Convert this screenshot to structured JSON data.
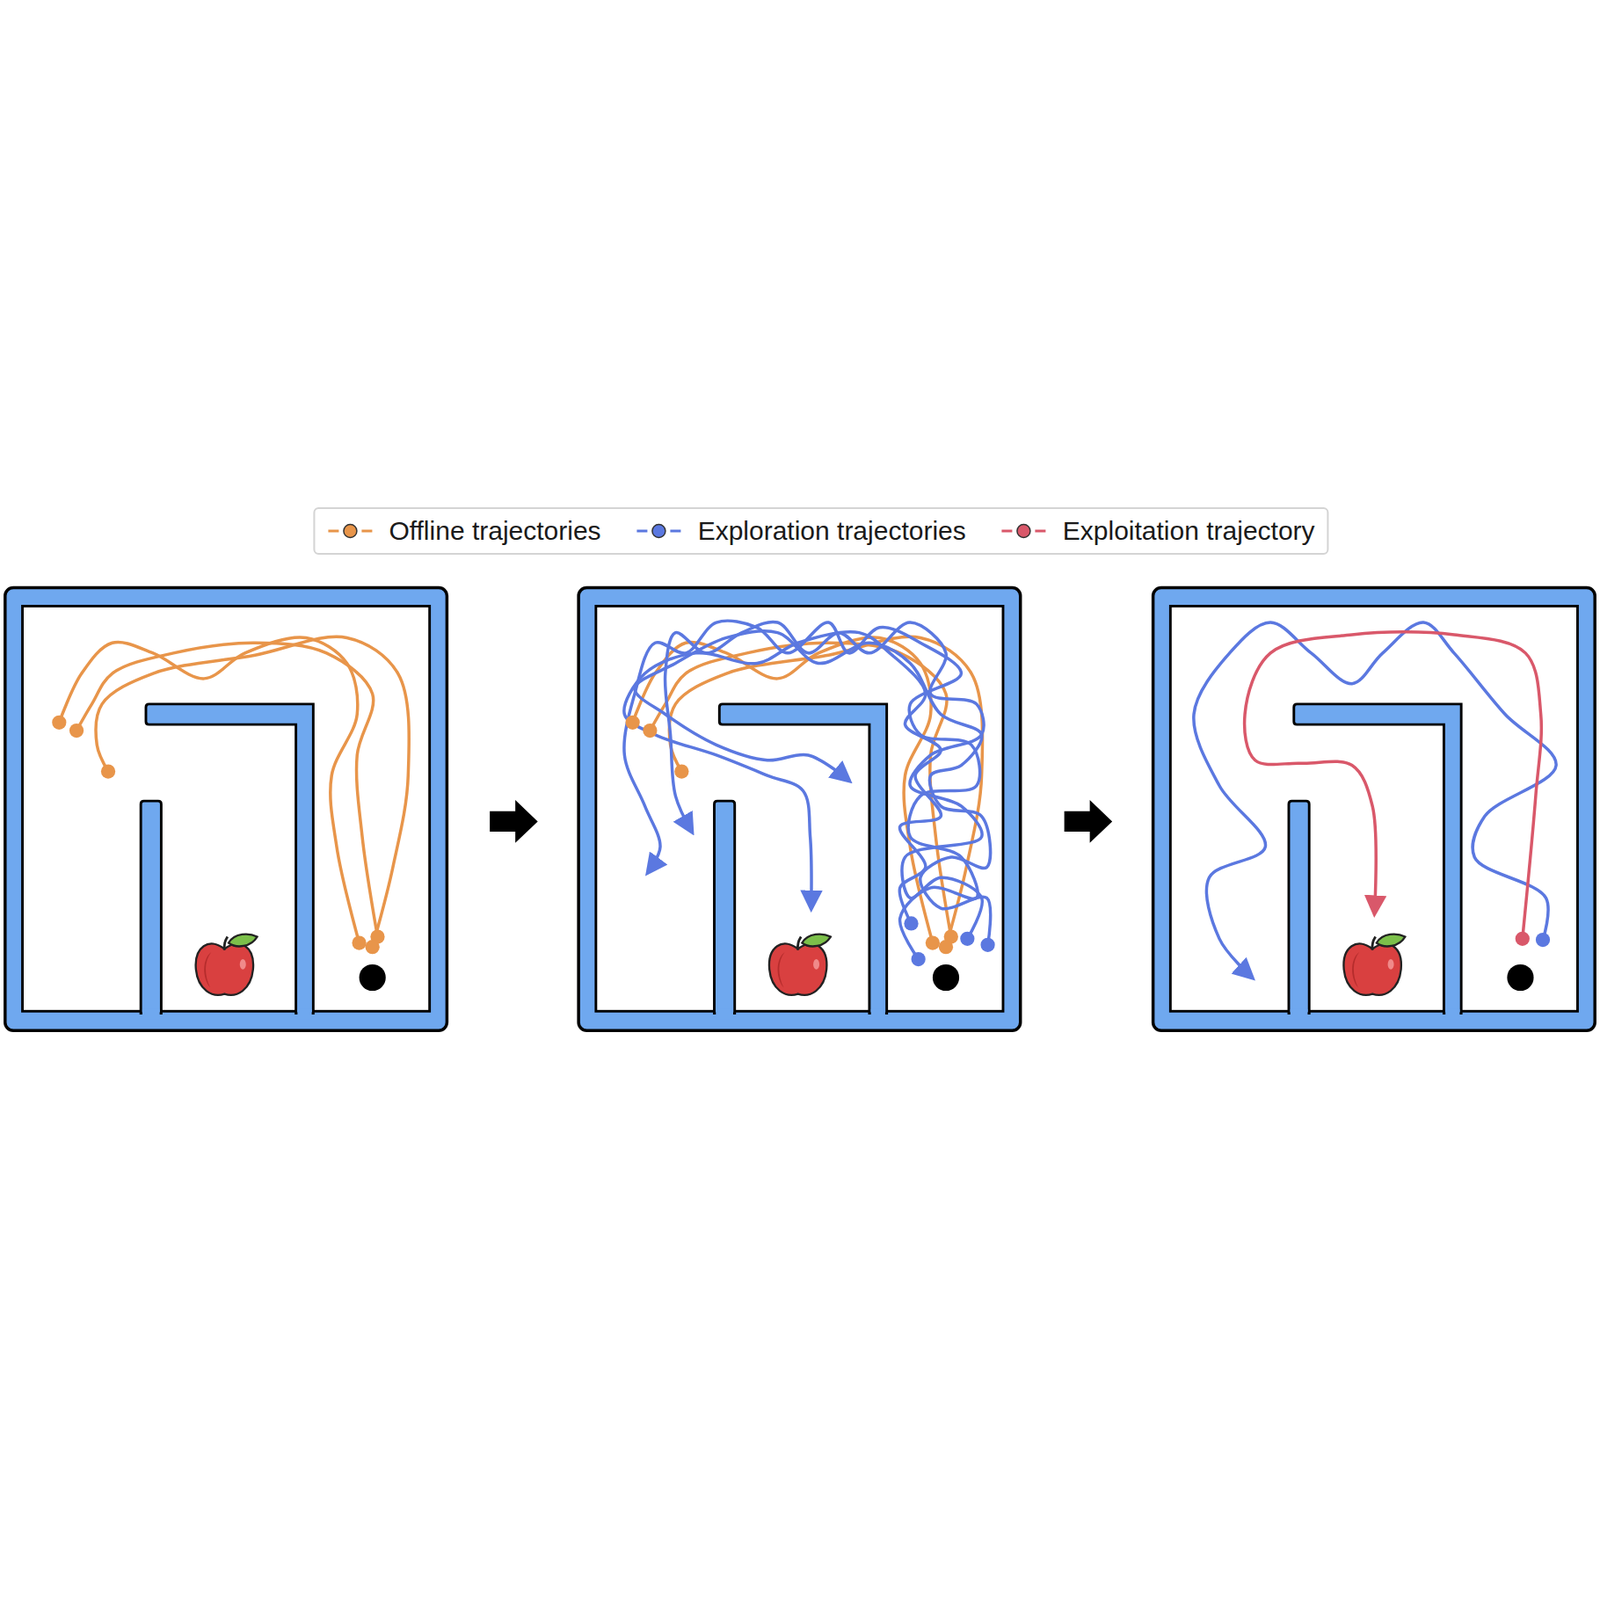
{
  "diagram": {
    "legend": [
      {
        "text": "Offline trajectories"
      },
      {
        "text": "Exploration trajectories"
      },
      {
        "text": "Exploitation trajectory"
      }
    ]
  }
}
